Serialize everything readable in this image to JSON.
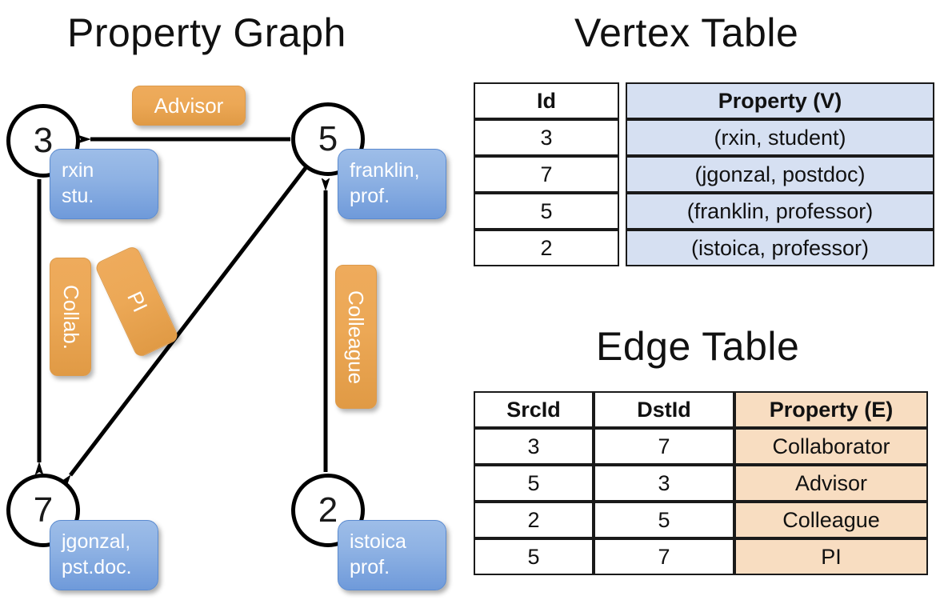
{
  "titles": {
    "property_graph": "Property Graph",
    "vertex_table": "Vertex Table",
    "edge_table": "Edge Table"
  },
  "graph": {
    "nodes": [
      {
        "id": "3",
        "label": "3",
        "property": "rxin\nstu."
      },
      {
        "id": "5",
        "label": "5",
        "property": "franklin,\nprof."
      },
      {
        "id": "7",
        "label": "7",
        "property": "jgonzal,\npst.doc."
      },
      {
        "id": "2",
        "label": "2",
        "property": "istoica\nprof."
      }
    ],
    "edge_labels": {
      "advisor": "Advisor",
      "collab": "Collab.",
      "pi": "PI",
      "colleague": "Colleague"
    },
    "edges": [
      {
        "src": "5",
        "dst": "3",
        "label": "Advisor"
      },
      {
        "src": "3",
        "dst": "7",
        "label": "Collab."
      },
      {
        "src": "5",
        "dst": "7",
        "label": "PI"
      },
      {
        "src": "2",
        "dst": "5",
        "label": "Colleague"
      }
    ]
  },
  "vertex_table": {
    "headers": [
      "Id",
      "Property (V)"
    ],
    "rows": [
      {
        "id": "3",
        "property": "(rxin, student)"
      },
      {
        "id": "7",
        "property": "(jgonzal, postdoc)"
      },
      {
        "id": "5",
        "property": "(franklin, professor)"
      },
      {
        "id": "2",
        "property": "(istoica, professor)"
      }
    ]
  },
  "edge_table": {
    "headers": [
      "SrcId",
      "DstId",
      "Property (E)"
    ],
    "rows": [
      {
        "src": "3",
        "dst": "7",
        "property": "Collaborator"
      },
      {
        "src": "5",
        "dst": "3",
        "property": "Advisor"
      },
      {
        "src": "2",
        "dst": "5",
        "property": "Colleague"
      },
      {
        "src": "5",
        "dst": "7",
        "property": "PI"
      }
    ]
  },
  "colors": {
    "vertex_property_fill": "#d6e0f2",
    "edge_property_fill": "#f8ddc1",
    "node_box_blue": "#8db1e3",
    "edge_label_orange": "#eca856",
    "stroke": "#1a1a1a"
  }
}
